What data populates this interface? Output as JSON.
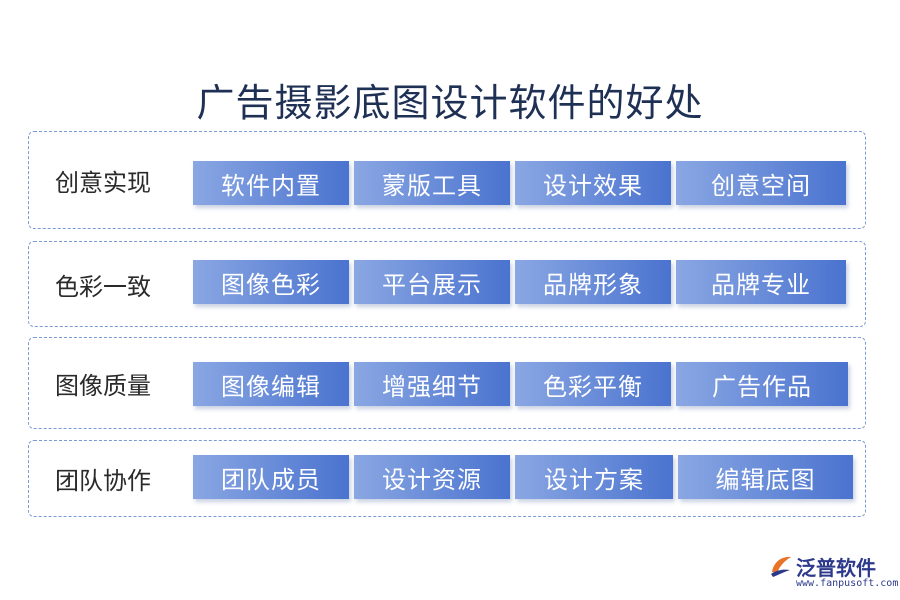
{
  "title": "广告摄影底图设计软件的好处",
  "rows": [
    {
      "label": "创意实现",
      "items": [
        "软件内置",
        "蒙版工具",
        "设计效果",
        "创意空间"
      ]
    },
    {
      "label": "色彩一致",
      "items": [
        "图像色彩",
        "平台展示",
        "品牌形象",
        "品牌专业"
      ]
    },
    {
      "label": "图像质量",
      "items": [
        "图像编辑",
        "增强细节",
        "色彩平衡",
        "广告作品"
      ]
    },
    {
      "label": "团队协作",
      "items": [
        "团队成员",
        "设计资源",
        "设计方案",
        "编辑底图"
      ]
    }
  ],
  "logo": {
    "name": "泛普软件",
    "url": "www.fanpusoft.com",
    "icon": "fanpu-logo-icon"
  },
  "colors": {
    "title": "#1f3055",
    "chip_start": "#8aa7e3",
    "chip_end": "#4a73cf",
    "border": "#7a9ad6",
    "logo": "#2d3a8c",
    "logo_accent": "#e8742a"
  }
}
